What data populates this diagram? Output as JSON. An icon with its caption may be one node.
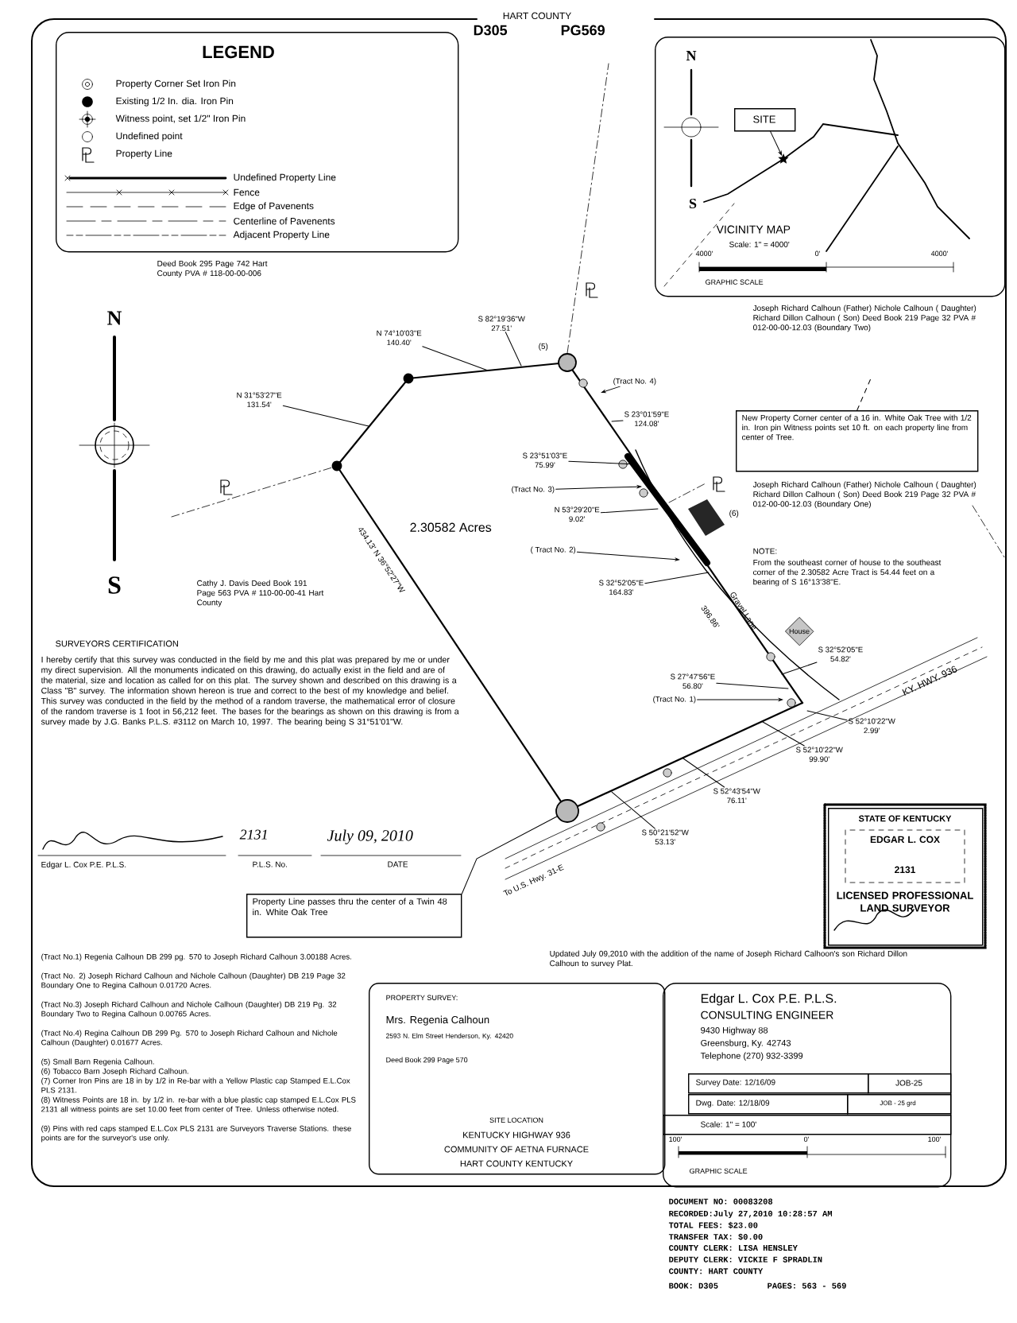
{
  "diagram": {
    "nodes": [
      {
        "text": [
          "LEGEND"
        ]
      },
      {
        "text": [
          "VICINITY MAP",
          "Scale: 1\" = 4000'"
        ]
      },
      {
        "text": [
          "SITE"
        ],
        "in": 1
      },
      {
        "text": [],
        "shape": "star",
        "in": 1
      },
      {
        "text": [
          "New Property Corner center of a 16 in. White Oak Tree with 1/2 in. Iron pin Witness points set 10 ft. on each property line from center of Tree."
        ]
      },
      {
        "text": [
          "Property Line passes thru the center of a Twin 48 in. White Oak Tree"
        ]
      },
      {
        "text": [
          "STATE OF KENTUCKY",
          "EDGAR L. COX",
          "2131",
          "LICENSED PROFESSIONAL LAND SURVEYOR"
        ]
      },
      {
        "text": [
          "PROPERTY SURVEY:",
          "Mrs. Regenia Calhoun",
          "2593 N. Elm Street Henderson, Ky. 42420",
          "Deed Book 299 Page 570",
          "SITE LOCATION",
          "KENTUCKY HIGHWAY 936",
          "COMMUNITY OF AETNA FURNACE",
          "HART COUNTY KENTUCKY"
        ]
      },
      {
        "text": [
          "Edgar L. Cox P.E. P.L.S.",
          "CONSULTING ENGINEER",
          "9430 Highway 88",
          "Greensburg, Ky. 42743",
          "Telephone (270) 932-3399"
        ]
      },
      {
        "text": [
          "Survey Date: 12/16/09"
        ],
        "in": 8
      },
      {
        "text": [
          "JOB-25"
        ],
        "in": 8
      },
      {
        "text": [
          "Dwg. Date: 12/18/09"
        ],
        "in": 8
      },
      {
        "text": [
          "JOB - 25 grd"
        ],
        "in": 8
      },
      {
        "text": [
          "Scale: 1\" = 100'"
        ],
        "in": 8
      },
      {
        "text": [
          "House"
        ]
      },
      {
        "text": [
          "N 74°10'03\"E",
          "140.40'"
        ]
      },
      {
        "text": [
          "N 31°53'27\"E",
          "131.54'"
        ]
      },
      {
        "text": [
          "S 82°19'36\"W",
          "27.51'"
        ]
      },
      {
        "text": [
          "S 23°01'59\"E",
          "124.08'"
        ]
      },
      {
        "text": [
          "S 23°51'03\"E",
          "75.99'"
        ]
      },
      {
        "text": [
          "N 53°29'20\"E",
          "9.02'"
        ]
      },
      {
        "text": [
          "S 32°52'05\"E",
          "164.83'"
        ]
      },
      {
        "text": [
          "S 32°52'05\"E",
          "54.82'"
        ]
      },
      {
        "text": [
          "S 27°47'56\"E",
          "56.80'"
        ]
      },
      {
        "text": [
          "S 52°10'22\"W",
          "2.99'"
        ]
      },
      {
        "text": [
          "S 52°10'22\"W",
          "99.90'"
        ]
      },
      {
        "text": [
          "S 52°43'54\"W",
          "76.11'"
        ]
      },
      {
        "text": [
          "S 50°21'52\"W",
          "53.13'"
        ]
      },
      {
        "text": [
          "(Tract No. 4)"
        ]
      },
      {
        "text": [
          "(Tract No. 3)"
        ]
      },
      {
        "text": [
          "( Tract No. 2)"
        ]
      },
      {
        "text": [
          "(Tract No. 1)"
        ]
      },
      {
        "text": [],
        "shape": "circle"
      }
    ],
    "edges": [
      {
        "from": 2,
        "to": 3,
        "arrow": "to"
      },
      {
        "from": 4,
        "to": null,
        "arrow": "none",
        "style": "dashed"
      },
      {
        "from": 5,
        "to": 32,
        "arrow": "none"
      },
      {
        "from": 15,
        "to": null,
        "arrow": "none"
      },
      {
        "from": 16,
        "to": null,
        "arrow": "none"
      },
      {
        "from": 17,
        "to": null,
        "arrow": "none"
      },
      {
        "from": 18,
        "to": null,
        "arrow": "none"
      },
      {
        "from": 19,
        "to": null,
        "arrow": "none"
      },
      {
        "from": 20,
        "to": null,
        "arrow": "none"
      },
      {
        "from": 21,
        "to": null,
        "arrow": "none"
      },
      {
        "from": 22,
        "to": null,
        "arrow": "none"
      },
      {
        "from": 23,
        "to": null,
        "arrow": "none"
      },
      {
        "from": 24,
        "to": null,
        "arrow": "none"
      },
      {
        "from": 25,
        "to": null,
        "arrow": "none"
      },
      {
        "from": 26,
        "to": null,
        "arrow": "none"
      },
      {
        "from": 27,
        "to": null,
        "arrow": "none"
      },
      {
        "from": 28,
        "to": null,
        "arrow": "to"
      },
      {
        "from": 29,
        "to": null,
        "arrow": "to"
      },
      {
        "from": 30,
        "to": null,
        "arrow": "to"
      },
      {
        "from": 31,
        "to": null,
        "arrow": "to"
      }
    ],
    "labels": [
      "HART COUNTY",
      "D305",
      "PG569",
      "4000'",
      "0'",
      "4000'",
      "GRAPHIC SCALE",
      "N",
      "S",
      "Joseph Richard Calhoun (Father) Nichole Calhoun ( Daughter) Richard Dillon Calhoun ( Son) Deed Book 219 Page 32 PVA # 012-00-00-12.03 (Boundary Two)",
      "Deed Book 295 Page 742 Hart County PVA # 118-00-00-006",
      "N",
      "(5)",
      "2.30582 Acres",
      "434.13' N 36°52'27\"W",
      "S",
      "Cathy J. Davis Deed Book 191 Page 563 PVA # 110-00-00-41 Hart County",
      "(6)",
      "Joseph Richard Calhoun (Father) Nichole Calhoun ( Daughter) Richard Dillon Calhoun ( Son) Deed Book 219 Page 32 PVA # 012-00-00-12.03 (Boundary One)",
      "NOTE:",
      "From the southeast corner of house to the southeast corner of the 2.30582 Acre Tract is 54.44 feet on a bearing of S 16°13'38\"E.",
      "396.86'",
      "Gravel Lane",
      "KY. HWY. 936",
      "SURVEYORS CERTIFICATION",
      "I hereby certify that this survey was conducted in the field by me and this plat was prepared by me or under my direct supervision. All the monuments indicated on this drawing, do actually exist in the field and are of the material, size and location as called for on this plat. The survey shown and described on this drawing is a Class \"B\" survey. The information shown hereon is true and correct to the best of my knowledge and belief. This survey was conducted in the field by the method of a random traverse, the mathematical error of closure of the random traverse is 1 foot in 56,212 feet. The bases for the bearings as shown on this drawing is from a survey made by J.G. Banks P.L.S. #3112 on March 10, 1997. The bearing being S 31°51'01\"W.",
      "2131",
      "July 09, 2010",
      "Edgar L. Cox P.E. P.L.S.",
      "P.L.S. No.",
      "DATE",
      "To U.S. Hwy. 31-E",
      "Updated July 09,2010 with the addition of the name of Joseph Richard Calhoon's son Richard Dillon Calhoun to survey Plat.",
      "(Tract No.1) Regenia Calhoun DB 299 pg. 570 to Joseph Richard Calhoun 3.00188 Acres.",
      "(Tract No. 2) Joseph Richard Calhoun and Nichole Calhoun (Daughter) DB 219 Page 32 Boundary One to Regina Calhoun 0.01720 Acres.",
      "(Tract No.3) Joseph Richard Calhoun and Nichole Calhoun (Daughter) DB 219 Pg. 32 Boundary Two to Regina Calhoun 0.00765 Acres.",
      "(Tract No.4) Regina Calhoun DB 299 Pg. 570 to Joseph Richard Calhoun and Nichole Calhoun (Daughter) 0.01677 Acres.",
      "(5) Small Barn Regenia Calhoun.",
      "(6) Tobacco Barn Joseph Richard Calhoun.",
      "(7) Corner Iron Pins are 18 in by 1/2 in Re-bar with a Yellow Plastic cap Stamped E.L.Cox PLS 2131.",
      "(8) Witness Points are 18 in. by 1/2 in. re-bar with a blue plastic cap stamped E.L.Cox PLS 2131 all witness points are set 10.00 feet from center of Tree. Unless otherwise noted.",
      "(9) Pins with red caps stamped E.L.Cox PLS 2131 are Surveyors Traverse Stations. these points are for the surveyor's use only.",
      "100'",
      "0'",
      "100'",
      "GRAPHIC SCALE",
      "DOCUMENT NO: 00083208",
      "RECORDED:July 27,2010 10:28:57 AM",
      "TOTAL FEES: $23.00",
      "TRANSFER TAX: $0.00",
      "COUNTY CLERK: LISA HENSLEY",
      "DEPUTY CLERK: VICKIE F SPRADLIN",
      "COUNTY: HART COUNTY",
      "BOOK: D305",
      "PAGES: 563 - 569"
    ],
    "legend": [
      {
        "text": "Property Corner Set Iron Pin"
      },
      {
        "text": "Existing 1/2 In. dia. Iron Pin"
      },
      {
        "text": "Witness point, set 1/2\" Iron Pin"
      },
      {
        "text": "Undefined point"
      },
      {
        "text": "Property Line"
      },
      {
        "text": "Undefined Property Line"
      },
      {
        "text": "Fence"
      },
      {
        "text": "Edge of Pavenents"
      },
      {
        "text": "Centerline of Pavenents"
      },
      {
        "text": "Adjacent Property Line"
      }
    ]
  }
}
